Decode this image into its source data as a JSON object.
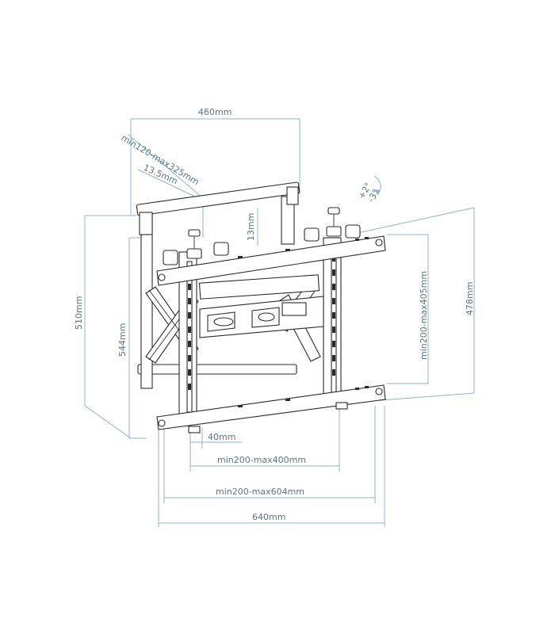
{
  "dimensions": {
    "width_top": "460mm",
    "arm_extension": "min120-max325mm",
    "depth_offset": "13.5mm",
    "height_13": "13mm",
    "tilt": "+2°",
    "tilt_neg": "-3°",
    "height_left_outer": "510mm",
    "height_left_inner": "544mm",
    "vesa_vertical": "min200-max405mm",
    "height_right": "478mm",
    "offset_40": "40mm",
    "vesa_horizontal": "min200-max400mm",
    "rail_range": "min200-max604mm",
    "width_bottom": "640mm"
  }
}
